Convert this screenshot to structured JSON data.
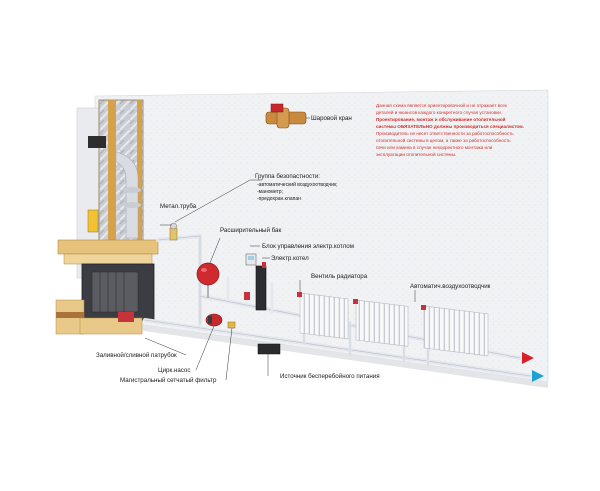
{
  "labels": {
    "ball_valve": "Шаровой кран",
    "safety_group_title": "Группа безопастности:",
    "safety_group_items": [
      "-автоматический воздухоотводчик;",
      "-манометр;",
      "-предохран.клапан"
    ],
    "metal_pipe": "Метал.труба",
    "expansion_tank": "Расширительный бак",
    "boiler_control": "Блок управления электр.котлом",
    "electric_boiler": "Электр.котел",
    "radiator_valve": "Вентиль радиатора",
    "auto_air_vent": "Автоматич.воздухоотводчик",
    "drain_pipe": "Заливной/сливной патрубок",
    "circ_pump": "Цирк.насос",
    "mesh_filter": "Магистральный сетчатый фильтр",
    "ups": "Источник бесперебойного питания"
  },
  "disclaimer": [
    "Данная схема является ориентировочной и не отражает всех",
    "деталей и нюансов каждого конкретного случая установки.",
    "Проектирование, монтаж и обслуживание отопительной",
    "системы ОБЯЗАТЕЛЬНО должны производиться специалистом.",
    "Производитель не несет ответственности за работоспособность",
    "отопительной системы в целом, а также за работоспособность",
    "печи или камина в случае некорректного монтажа или",
    "эксплуатации отопительной системы."
  ],
  "colors": {
    "wall": "#f1f2f4",
    "pipe": "#e4e8ee",
    "hot": "#d8202a",
    "cold": "#1aa3cf",
    "brick": "#e8c98a",
    "insulation": "#b9bcc4",
    "note_red": "#d32f2f"
  }
}
